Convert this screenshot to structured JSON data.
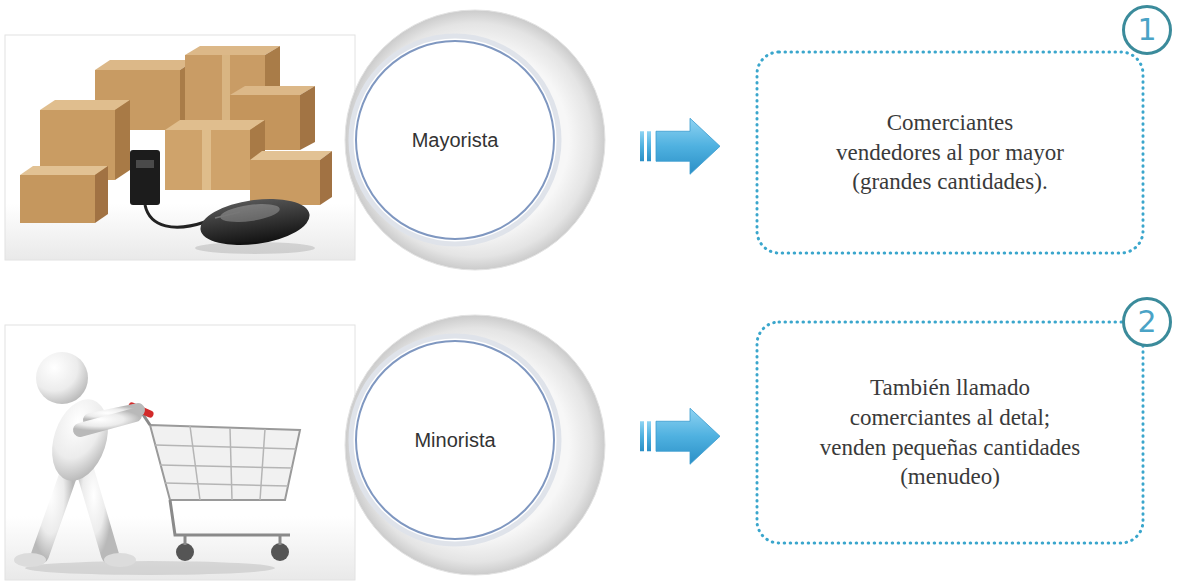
{
  "diagram": {
    "nodes": [
      {
        "text": [
          "Mayorista"
        ]
      },
      {
        "text": [
          "Comerciantes vendedores al por mayor (grandes cantidades)."
        ]
      },
      {
        "text": [
          "Minorista"
        ]
      },
      {
        "text": [
          "También llamado comerciantes al detal; venden pequeñas cantidades (menudeo)"
        ]
      }
    ],
    "edges": [
      {
        "from": 0,
        "to": 1,
        "arrow": "to"
      },
      {
        "from": 2,
        "to": 3,
        "arrow": "to"
      }
    ],
    "labels": [
      "1",
      "2"
    ]
  }
}
